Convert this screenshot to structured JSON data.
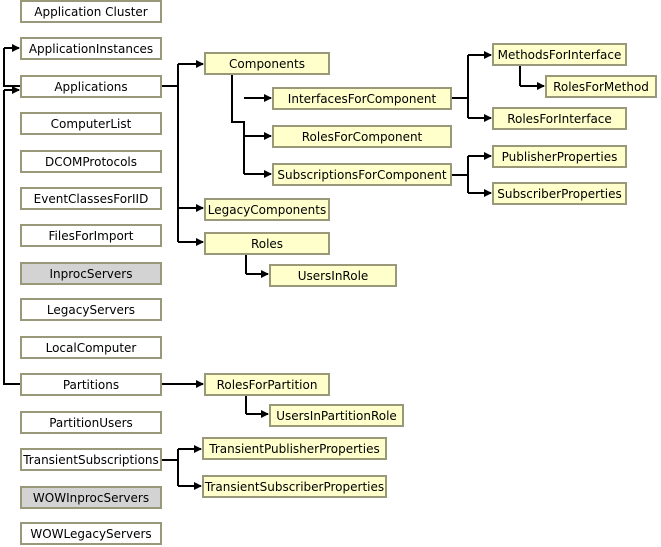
{
  "collections": {
    "application_cluster": "Application Cluster",
    "application_instances": "ApplicationInstances",
    "applications": "Applications",
    "computer_list": "ComputerList",
    "dcom_protocols": "DCOMProtocols",
    "event_classes_for_iid": "EventClassesForIID",
    "files_for_import": "FilesForImport",
    "inproc_servers": "InprocServers",
    "legacy_servers": "LegacyServers",
    "local_computer": "LocalComputer",
    "partitions": "Partitions",
    "partition_users": "PartitionUsers",
    "transient_subscriptions": "TransientSubscriptions",
    "wow_inproc_servers": "WOWInprocServers",
    "wow_legacy_servers": "WOWLegacyServers",
    "components": "Components",
    "interfaces_for_component": "InterfacesForComponent",
    "methods_for_interface": "MethodsForInterface",
    "roles_for_method": "RolesForMethod",
    "roles_for_interface": "RolesForInterface",
    "roles_for_component": "RolesForComponent",
    "subscriptions_for_component": "SubscriptionsForComponent",
    "publisher_properties": "PublisherProperties",
    "subscriber_properties": "SubscriberProperties",
    "legacy_components": "LegacyComponents",
    "roles": "Roles",
    "users_in_role": "UsersInRole",
    "roles_for_partition": "RolesForPartition",
    "users_in_partition_role": "UsersInPartitionRole",
    "transient_publisher_properties": "TransientPublisherProperties",
    "transient_subscriber_properties": "TransientSubscriberProperties"
  },
  "colors": {
    "border": "#99997a",
    "top_level_fill": "#ffffff",
    "related_fill": "#ffffcc",
    "disabled_fill": "#d3d3d3",
    "connector": "#000000"
  }
}
